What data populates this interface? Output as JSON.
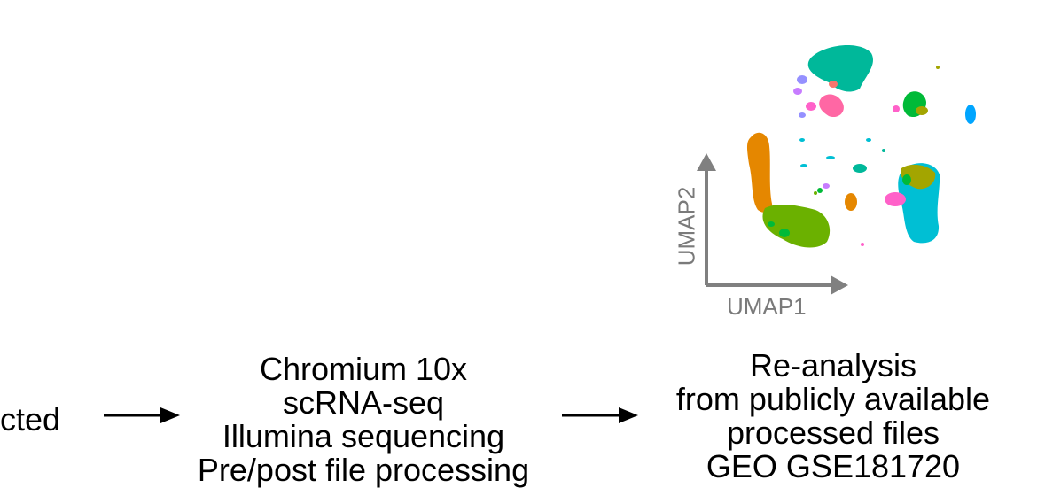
{
  "steps": {
    "left": [
      "ected"
    ],
    "middle": [
      "Chromium 10x",
      "scRNA-seq",
      "Illumina sequencing",
      "Pre/post file processing"
    ],
    "right": [
      "Re-analysis",
      "from publicly available",
      "processed files",
      "GEO GSE181720"
    ]
  },
  "umap": {
    "x_label": "UMAP1",
    "y_label": "UMAP2",
    "axis_color": "#808080",
    "cluster_colors": [
      "#00B89A",
      "#E58700",
      "#6BB100",
      "#00BFD4",
      "#F8766D",
      "#FF61C9",
      "#9590FF",
      "#A3A500",
      "#00BA38",
      "#00A5FF",
      "#C77CFF",
      "#FF67A4"
    ]
  }
}
